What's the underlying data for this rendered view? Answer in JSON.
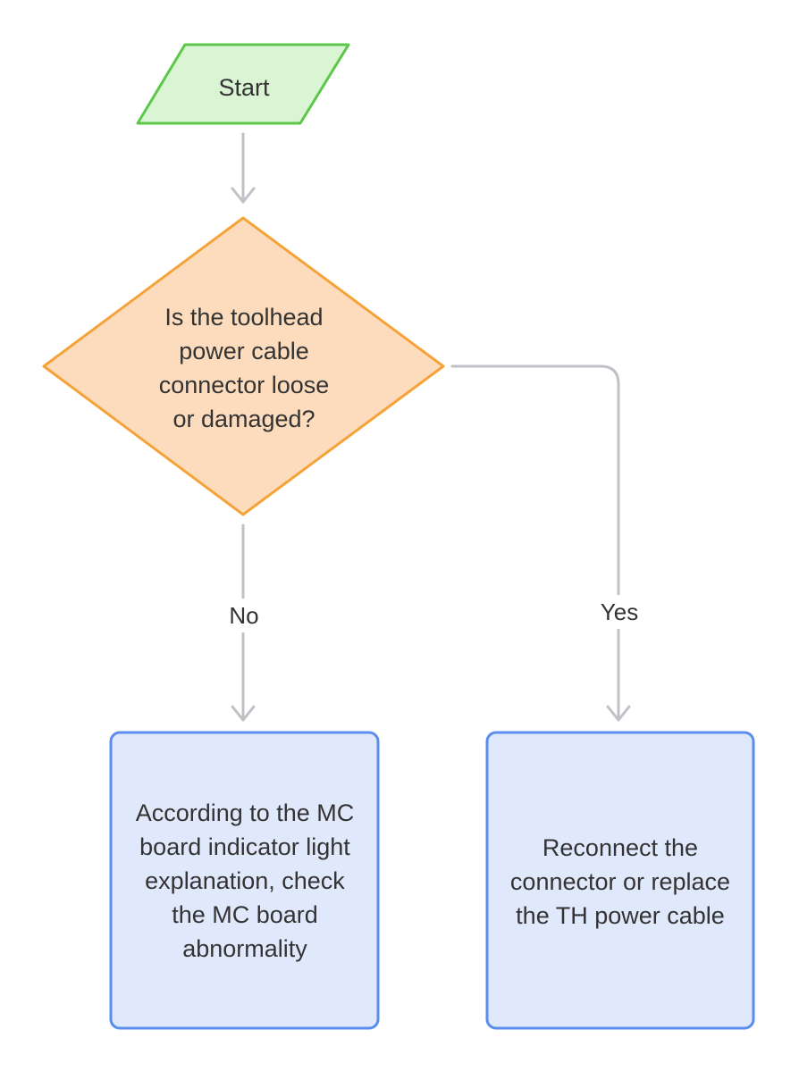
{
  "colors": {
    "start_fill": "#d9f5d3",
    "start_stroke": "#5cc74a",
    "decision_fill": "#fddcbe",
    "decision_stroke": "#f5a338",
    "process_fill": "#e0e9fc",
    "process_stroke": "#5b8def",
    "connector": "#c0c0c6",
    "text": "#333333"
  },
  "nodes": {
    "start": {
      "label": "Start",
      "shape": "parallelogram"
    },
    "decision": {
      "label": "Is the toolhead\npower cable\nconnector loose\nor damaged?",
      "shape": "diamond"
    },
    "process_no": {
      "label": "According to the MC\nboard indicator light\nexplanation, check\nthe MC board\nabnormality",
      "shape": "rounded-rectangle"
    },
    "process_yes": {
      "label": "Reconnect the\nconnector or replace\nthe TH power cable",
      "shape": "rounded-rectangle"
    }
  },
  "edges": {
    "start_to_decision": {
      "label": ""
    },
    "decision_to_no": {
      "label": "No"
    },
    "decision_to_yes": {
      "label": "Yes"
    }
  }
}
